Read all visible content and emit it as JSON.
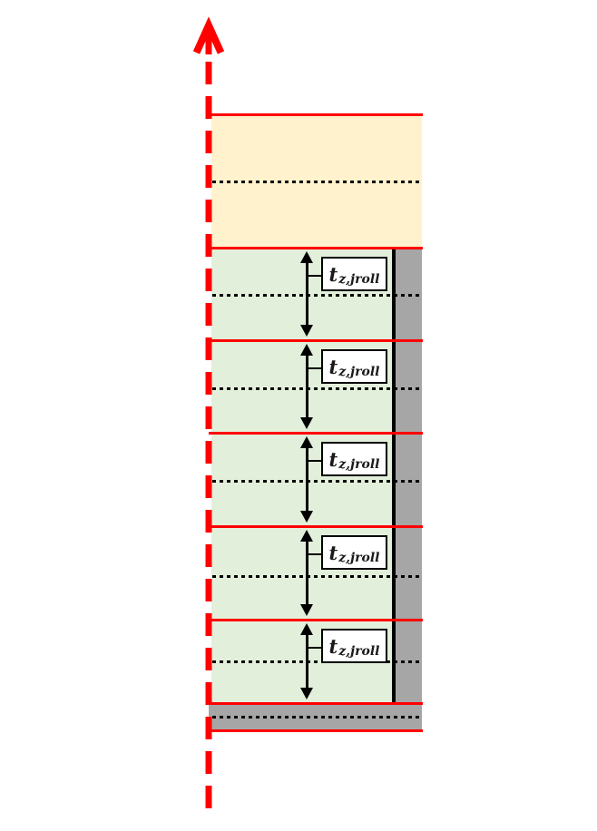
{
  "diagram": {
    "axis": {
      "description": "vertical dashed centerline with upward arrowhead",
      "color": "#FF0000"
    },
    "colors": {
      "joint_line_red": "#FF0000",
      "top_block_fill": "#FFF2CC",
      "roll_layer_fill": "#E2EFDA",
      "shell_gray_fill": "#A6A6A6",
      "line_black": "#000000",
      "label_box_fill": "#FFFFFF"
    },
    "dimension_label": {
      "base": "t",
      "sub": "z,jroll"
    },
    "cells": [
      {
        "label_base": "t",
        "label_sub": "z,jroll"
      },
      {
        "label_base": "t",
        "label_sub": "z,jroll"
      },
      {
        "label_base": "t",
        "label_sub": "z,jroll"
      },
      {
        "label_base": "t",
        "label_sub": "z,jroll"
      },
      {
        "label_base": "t",
        "label_sub": "z,jroll"
      }
    ]
  }
}
